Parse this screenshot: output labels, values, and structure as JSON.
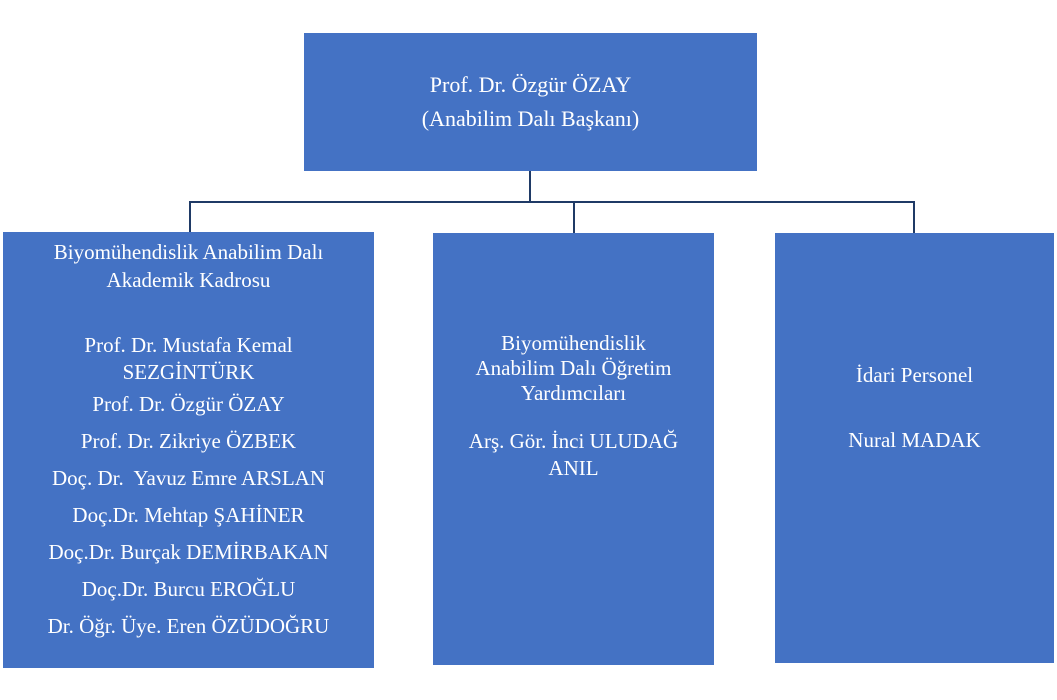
{
  "head": {
    "name": "Prof. Dr. Özgür ÖZAY",
    "role": "(Anabilim Dalı Başkanı)"
  },
  "academic": {
    "title_line1": "Biyomühendislik Anabilim Dalı",
    "title_line2": "Akademik Kadrosu",
    "members": [
      "Prof. Dr. Mustafa Kemal",
      "SEZGİNTÜRK",
      "Prof. Dr. Özgür ÖZAY",
      "Prof. Dr. Zikriye ÖZBEK",
      "Doç. Dr.  Yavuz Emre ARSLAN",
      "Doç.Dr. Mehtap ŞAHİNER",
      "Doç.Dr. Burçak DEMİRBAKAN",
      "Doç.Dr. Burcu EROĞLU",
      "Dr. Öğr. Üye. Eren ÖZÜDOĞRU"
    ]
  },
  "assistants": {
    "title_line1": "Biyomühendislik",
    "title_line2": "Anabilim Dalı Öğretim",
    "title_line3": "Yardımcıları",
    "person_line1": "Arş. Gör. İnci ULUDAĞ",
    "person_line2": "ANIL"
  },
  "admin": {
    "title": "İdari Personel",
    "person": "Nural MADAK"
  }
}
